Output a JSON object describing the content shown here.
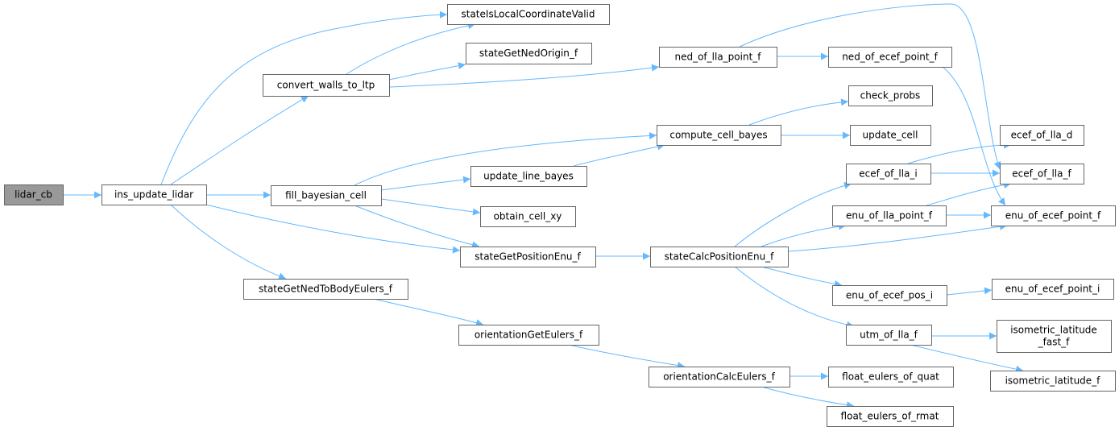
{
  "graph": {
    "background": "#ffffff",
    "edge_color": "#63b8ff",
    "node_border_color": "#666666",
    "root_fill_color": "#999999",
    "nodes": [
      {
        "id": "lidar_cb",
        "lines": [
          "lidar_cb"
        ],
        "root": true
      },
      {
        "id": "ins_update_lidar",
        "lines": [
          "ins_update_lidar"
        ]
      },
      {
        "id": "stateIsLocalCoordinateValid",
        "lines": [
          "stateIsLocalCoordinateValid"
        ]
      },
      {
        "id": "convert_walls_to_ltp",
        "lines": [
          "convert_walls_to_ltp"
        ]
      },
      {
        "id": "stateGetNedOrigin_f",
        "lines": [
          "stateGetNedOrigin_f"
        ]
      },
      {
        "id": "ned_of_lla_point_f",
        "lines": [
          "ned_of_lla_point_f"
        ]
      },
      {
        "id": "ned_of_ecef_point_f",
        "lines": [
          "ned_of_ecef_point_f"
        ]
      },
      {
        "id": "check_probs",
        "lines": [
          "check_probs"
        ]
      },
      {
        "id": "compute_cell_bayes",
        "lines": [
          "compute_cell_bayes"
        ]
      },
      {
        "id": "update_cell",
        "lines": [
          "update_cell"
        ]
      },
      {
        "id": "fill_bayesian_cell",
        "lines": [
          "fill_bayesian_cell"
        ]
      },
      {
        "id": "update_line_bayes",
        "lines": [
          "update_line_bayes"
        ]
      },
      {
        "id": "obtain_cell_xy",
        "lines": [
          "obtain_cell_xy"
        ]
      },
      {
        "id": "stateGetPositionEnu_f",
        "lines": [
          "stateGetPositionEnu_f"
        ]
      },
      {
        "id": "stateCalcPositionEnu_f",
        "lines": [
          "stateCalcPositionEnu_f"
        ]
      },
      {
        "id": "ecef_of_lla_i",
        "lines": [
          "ecef_of_lla_i"
        ]
      },
      {
        "id": "ecef_of_lla_d",
        "lines": [
          "ecef_of_lla_d"
        ]
      },
      {
        "id": "ecef_of_lla_f",
        "lines": [
          "ecef_of_lla_f"
        ]
      },
      {
        "id": "enu_of_lla_point_f",
        "lines": [
          "enu_of_lla_point_f"
        ]
      },
      {
        "id": "enu_of_ecef_point_f",
        "lines": [
          "enu_of_ecef_point_f"
        ]
      },
      {
        "id": "enu_of_ecef_pos_i",
        "lines": [
          "enu_of_ecef_pos_i"
        ]
      },
      {
        "id": "enu_of_ecef_point_i",
        "lines": [
          "enu_of_ecef_point_i"
        ]
      },
      {
        "id": "utm_of_lla_f",
        "lines": [
          "utm_of_lla_f"
        ]
      },
      {
        "id": "isometric_latitude_fast_f",
        "lines": [
          "isometric_latitude",
          "_fast_f"
        ]
      },
      {
        "id": "isometric_latitude_f",
        "lines": [
          "isometric_latitude_f"
        ]
      },
      {
        "id": "stateGetNedToBodyEulers_f",
        "lines": [
          "stateGetNedToBodyEulers_f"
        ]
      },
      {
        "id": "orientationGetEulers_f",
        "lines": [
          "orientationGetEulers_f"
        ]
      },
      {
        "id": "orientationCalcEulers_f",
        "lines": [
          "orientationCalcEulers_f"
        ]
      },
      {
        "id": "float_eulers_of_quat",
        "lines": [
          "float_eulers_of_quat"
        ]
      },
      {
        "id": "float_eulers_of_rmat",
        "lines": [
          "float_eulers_of_rmat"
        ]
      }
    ],
    "edges": [
      {
        "from": "lidar_cb",
        "to": "ins_update_lidar"
      },
      {
        "from": "ins_update_lidar",
        "to": "stateIsLocalCoordinateValid"
      },
      {
        "from": "ins_update_lidar",
        "to": "convert_walls_to_ltp"
      },
      {
        "from": "ins_update_lidar",
        "to": "fill_bayesian_cell"
      },
      {
        "from": "ins_update_lidar",
        "to": "stateGetPositionEnu_f"
      },
      {
        "from": "ins_update_lidar",
        "to": "stateGetNedToBodyEulers_f"
      },
      {
        "from": "convert_walls_to_ltp",
        "to": "stateIsLocalCoordinateValid"
      },
      {
        "from": "convert_walls_to_ltp",
        "to": "stateGetNedOrigin_f"
      },
      {
        "from": "convert_walls_to_ltp",
        "to": "ned_of_lla_point_f"
      },
      {
        "from": "ned_of_lla_point_f",
        "to": "ned_of_ecef_point_f"
      },
      {
        "from": "ned_of_lla_point_f",
        "to": "ecef_of_lla_f"
      },
      {
        "from": "ned_of_ecef_point_f",
        "to": "enu_of_ecef_point_f"
      },
      {
        "from": "fill_bayesian_cell",
        "to": "compute_cell_bayes"
      },
      {
        "from": "fill_bayesian_cell",
        "to": "update_line_bayes"
      },
      {
        "from": "fill_bayesian_cell",
        "to": "obtain_cell_xy"
      },
      {
        "from": "fill_bayesian_cell",
        "to": "stateGetPositionEnu_f"
      },
      {
        "from": "update_line_bayes",
        "to": "compute_cell_bayes"
      },
      {
        "from": "compute_cell_bayes",
        "to": "check_probs"
      },
      {
        "from": "compute_cell_bayes",
        "to": "update_cell"
      },
      {
        "from": "stateGetPositionEnu_f",
        "to": "stateCalcPositionEnu_f"
      },
      {
        "from": "stateCalcPositionEnu_f",
        "to": "ecef_of_lla_i"
      },
      {
        "from": "stateCalcPositionEnu_f",
        "to": "enu_of_lla_point_f"
      },
      {
        "from": "stateCalcPositionEnu_f",
        "to": "enu_of_ecef_point_f"
      },
      {
        "from": "stateCalcPositionEnu_f",
        "to": "enu_of_ecef_pos_i"
      },
      {
        "from": "stateCalcPositionEnu_f",
        "to": "utm_of_lla_f"
      },
      {
        "from": "ecef_of_lla_i",
        "to": "ecef_of_lla_d"
      },
      {
        "from": "ecef_of_lla_i",
        "to": "ecef_of_lla_f"
      },
      {
        "from": "enu_of_lla_point_f",
        "to": "ecef_of_lla_f"
      },
      {
        "from": "enu_of_lla_point_f",
        "to": "enu_of_ecef_point_f"
      },
      {
        "from": "enu_of_ecef_pos_i",
        "to": "enu_of_ecef_point_i"
      },
      {
        "from": "utm_of_lla_f",
        "to": "isometric_latitude_fast_f"
      },
      {
        "from": "utm_of_lla_f",
        "to": "isometric_latitude_f"
      },
      {
        "from": "stateGetNedToBodyEulers_f",
        "to": "orientationGetEulers_f"
      },
      {
        "from": "orientationGetEulers_f",
        "to": "orientationCalcEulers_f"
      },
      {
        "from": "orientationCalcEulers_f",
        "to": "float_eulers_of_quat"
      },
      {
        "from": "orientationCalcEulers_f",
        "to": "float_eulers_of_rmat"
      }
    ]
  }
}
